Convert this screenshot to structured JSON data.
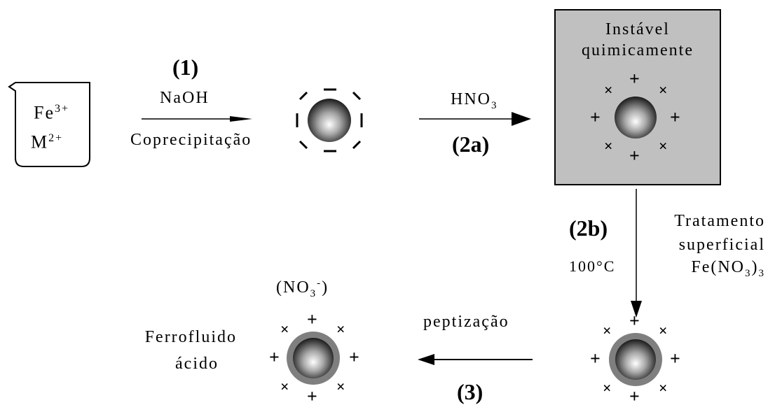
{
  "beaker": {
    "ion1": {
      "base": "Fe",
      "charge": "3+"
    },
    "ion2": {
      "base": "M",
      "charge": "2+"
    }
  },
  "step1": {
    "number": "(1)",
    "reagent": "NaOH",
    "process": "Coprecipitação"
  },
  "step2a": {
    "reagent_base": "HNO",
    "reagent_sub": "3",
    "number": "(2a)"
  },
  "unstable_box": {
    "line1": "Instável",
    "line2": "quimicamente",
    "fill_color": "#c0c0c0"
  },
  "step2b": {
    "number": "(2b)",
    "temperature": "100°C",
    "treatment_line1": "Tratamento",
    "treatment_line2": "superficial",
    "treatment_reagent": {
      "base": "Fe(NO",
      "sub": "3",
      "close": ")",
      "sub2": "3"
    }
  },
  "step3": {
    "process": "peptização",
    "number": "(3)"
  },
  "product": {
    "ion": {
      "open": "(NO",
      "sub": "3",
      "sup": "-",
      "close": ")"
    },
    "name_line1": "Ferrofluido",
    "name_line2": "ácido"
  },
  "symbols": {
    "plus": "+",
    "cross": "×",
    "minus": "−"
  },
  "colors": {
    "shell": "#7f7f7f",
    "particle_dark": "#1a1a1a",
    "particle_light": "#ffffff"
  }
}
